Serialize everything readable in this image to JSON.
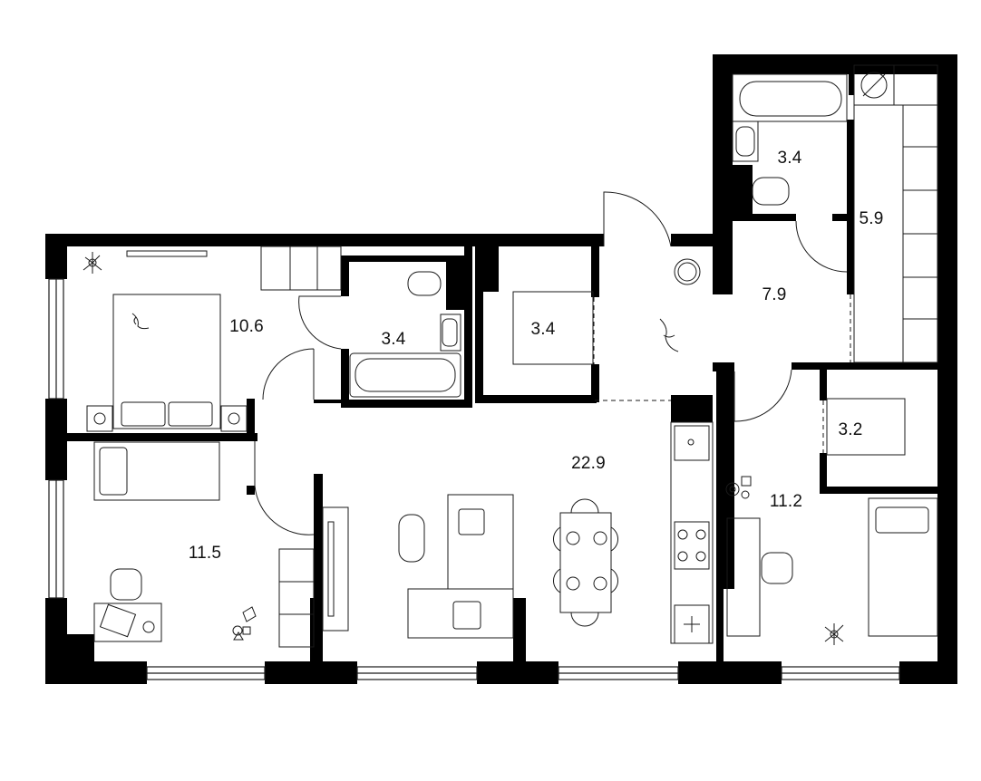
{
  "floorplan": {
    "colors": {
      "wall": "#000000",
      "line": "#1a1a1a",
      "fixture": "#444444",
      "background": "#ffffff"
    },
    "rooms": [
      {
        "id": "bedroom-1",
        "area": "10.6"
      },
      {
        "id": "bathroom-1",
        "area": "3.4"
      },
      {
        "id": "wardrobe-1",
        "area": "3.4"
      },
      {
        "id": "bathroom-2",
        "area": "3.4"
      },
      {
        "id": "storage",
        "area": "5.9"
      },
      {
        "id": "hall",
        "area": "7.9"
      },
      {
        "id": "living-kitchen",
        "area": "22.9"
      },
      {
        "id": "wardrobe-2",
        "area": "3.2"
      },
      {
        "id": "bedroom-2",
        "area": "11.2"
      },
      {
        "id": "study",
        "area": "11.5"
      }
    ],
    "icons": [
      "plant-icon",
      "cat-icon",
      "dining-table-icon",
      "sofa-icon",
      "bed-icon",
      "bathtub-icon",
      "toilet-icon",
      "sink-icon",
      "stove-icon",
      "fridge-icon",
      "desk-icon",
      "chair-icon",
      "laptop-icon",
      "toys-icon",
      "washer-icon",
      "window-icon"
    ]
  }
}
